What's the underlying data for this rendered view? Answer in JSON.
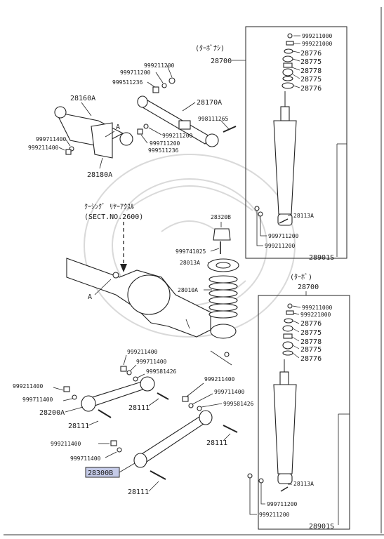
{
  "diagram": {
    "top_right": {
      "variant": "(ﾀｰﾎﾞﾅｼ)",
      "assembly": "28700",
      "stack": [
        "999211000",
        "999221000",
        "28776",
        "28775",
        "28778",
        "28775",
        "28776"
      ],
      "lower_bolt": "28113A",
      "washer": "999711200",
      "nut": "999211200",
      "bottom": "28901S"
    },
    "bottom_right": {
      "variant": "(ﾀｰﾎﾞ)",
      "assembly": "28700",
      "stack": [
        "999211000",
        "999221000",
        "28776",
        "28775",
        "28778",
        "28775",
        "28776"
      ],
      "lower_bolt": "28113A",
      "washer": "999711200",
      "nut": "999211200",
      "bottom": "28901S"
    },
    "top_left": {
      "l_999211200": "999211200",
      "l_999711200": "999711200",
      "l_999511236": "999511236",
      "l_28160A": "28160A",
      "l_28170A": "28170A",
      "l_998111265": "998111265",
      "l_999711400": "999711400",
      "l_999211400": "999211400",
      "l_A": "A",
      "l_999211200b": "999211200",
      "l_999711200b": "999711200",
      "l_999511236b": "999511236",
      "l_28180A": "28180A"
    },
    "middle": {
      "ref_title": "ｸｰｼﾝｸﾞ ﾘﾔｰｱｸｽﾙ",
      "ref_sect": "(SECT.NO.2600)",
      "l_A": "A",
      "l_28320B": "28320B",
      "l_999741025": "999741025",
      "l_28013A": "28013A",
      "l_28010A": "28010A"
    },
    "bottom_left": {
      "l_999211400a": "999211400",
      "l_999711400a": "999711400",
      "l_999581426a": "999581426",
      "l_999211400b": "999211400",
      "l_999711400b": "999711400",
      "l_28200A": "28200A",
      "l_28111a": "28111",
      "l_28111b": "28111",
      "l_999211400c": "999211400",
      "l_999711400c": "999711400",
      "l_999581426c": "999581426",
      "l_28111c": "28111",
      "l_999211400d": "999211400",
      "l_999711400d": "999711400",
      "l_28300B": "28300B",
      "l_28111d": "28111"
    },
    "highlight_color": "#c5cbe8"
  }
}
